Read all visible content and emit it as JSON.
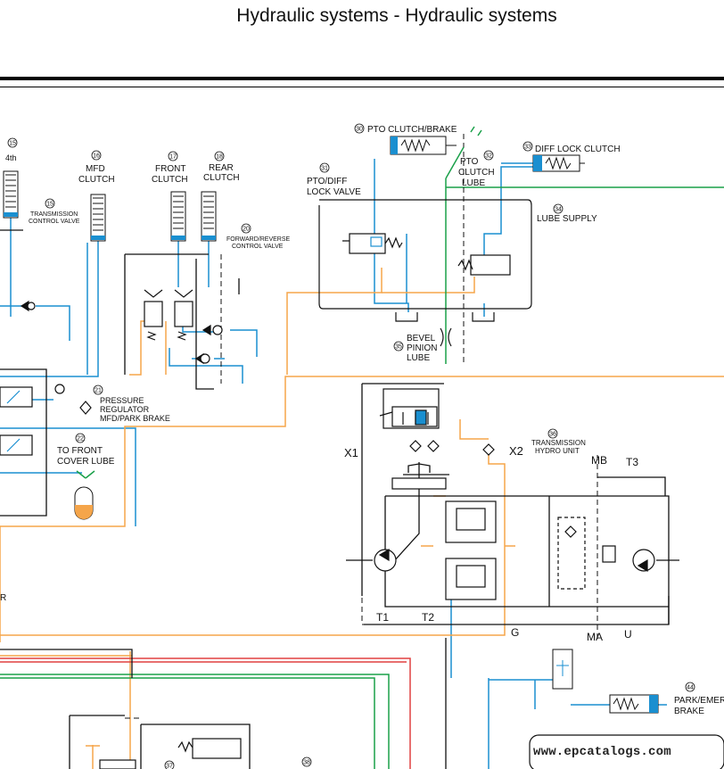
{
  "header": {
    "title": "Hydraulic systems - Hydraulic systems"
  },
  "components": {
    "c15_top": {
      "num": "15",
      "label": "4th"
    },
    "c15_tcv": {
      "num": "15",
      "label_line1": "TRANSMISSION",
      "label_line2": "CONTROL VALVE"
    },
    "c16": {
      "num": "16",
      "label_line1": "MFD",
      "label_line2": "CLUTCH"
    },
    "c17": {
      "num": "17",
      "label_line1": "FRONT",
      "label_line2": "CLUTCH"
    },
    "c18": {
      "num": "18",
      "label_line1": "REAR",
      "label_line2": "CLUTCH"
    },
    "c20": {
      "num": "20",
      "label_line1": "FORWARD/REVERSE",
      "label_line2": "CONTROL VALVE"
    },
    "c21": {
      "num": "21",
      "label_line1": "PRESSURE",
      "label_line2": "REGULATOR",
      "label_line3": "MFD/PARK BRAKE"
    },
    "c22": {
      "num": "22",
      "label_line1": "TO FRONT",
      "label_line2": "COVER LUBE"
    },
    "c30": {
      "num": "30",
      "label": "PTO CLUTCH/BRAKE"
    },
    "c31": {
      "num": "31",
      "label_line1": "PTO/DIFF",
      "label_line2": "LOCK VALVE"
    },
    "c32": {
      "num": "32",
      "label_line1": "PTO",
      "label_line2": "CLUTCH",
      "label_line3": "LUBE"
    },
    "c33": {
      "num": "33",
      "label": "DIFF LOCK CLUTCH"
    },
    "c34": {
      "num": "34",
      "label": "LUBE SUPPLY"
    },
    "c35": {
      "num": "35",
      "label_line1": "BEVEL",
      "label_line2": "PINION",
      "label_line3": "LUBE"
    },
    "c36": {
      "num": "36",
      "label_line1": "TRANSMISSION",
      "label_line2": "HYDRO UNIT"
    },
    "c37": {
      "num": "37"
    },
    "c38": {
      "num": "38"
    },
    "c44": {
      "num": "44",
      "label_line1": "PARK/EMER",
      "label_line2": "BRAKE"
    }
  },
  "ports": {
    "x1": "X1",
    "x2": "X2",
    "mb": "MB",
    "t3": "T3",
    "t1": "T1",
    "t2": "T2",
    "g": "G",
    "ma": "MA",
    "u": "U",
    "r": "R"
  },
  "watermark": "www.epcatalogs.com",
  "colors": {
    "pressure_blue": "#1a8fd0",
    "supply_orange": "#f5a54a",
    "lube_green": "#1aa049",
    "red_line": "#e04040",
    "teal_line": "#2aa39a"
  }
}
